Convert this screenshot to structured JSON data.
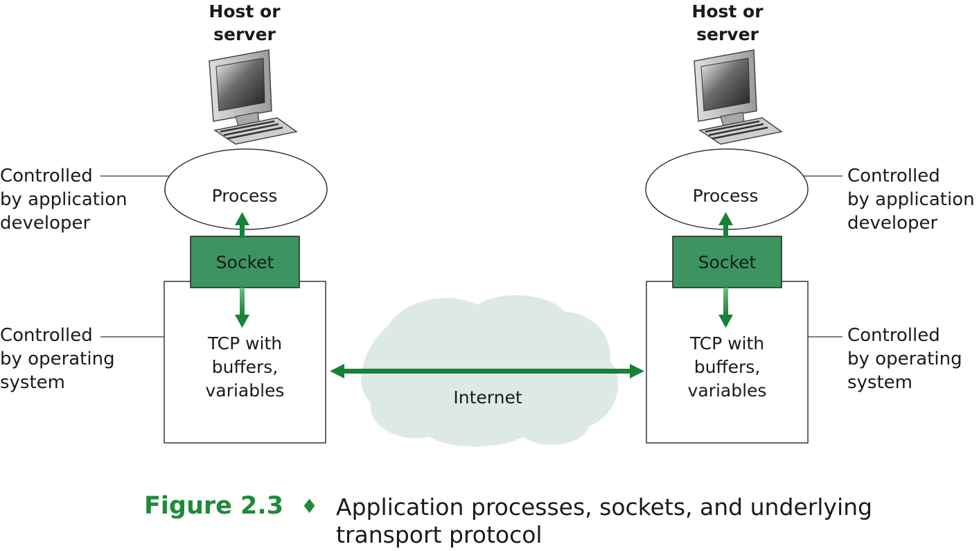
{
  "left_host": {
    "title": "Host or\nserver",
    "process": "Process",
    "socket": "Socket",
    "tcp": "TCP with\nbuffers,\nvariables",
    "app_label": "Controlled\nby application\ndeveloper",
    "os_label": "Controlled\nby operating\nsystem"
  },
  "right_host": {
    "title": "Host or\nserver",
    "process": "Process",
    "socket": "Socket",
    "tcp": "TCP with\nbuffers,\nvariables",
    "app_label": "Controlled\nby application\ndeveloper",
    "os_label": "Controlled\nby operating\nsystem"
  },
  "network": {
    "label": "Internet"
  },
  "caption": {
    "figure": "Figure 2.3",
    "separator": "♦",
    "text": "Application processes, sockets, and underlying transport protocol"
  },
  "colors": {
    "socket_fill": "#3d9460",
    "arrow": "#168236",
    "cloud": "#dde9e4",
    "caption_accent": "#1f8a3a"
  }
}
